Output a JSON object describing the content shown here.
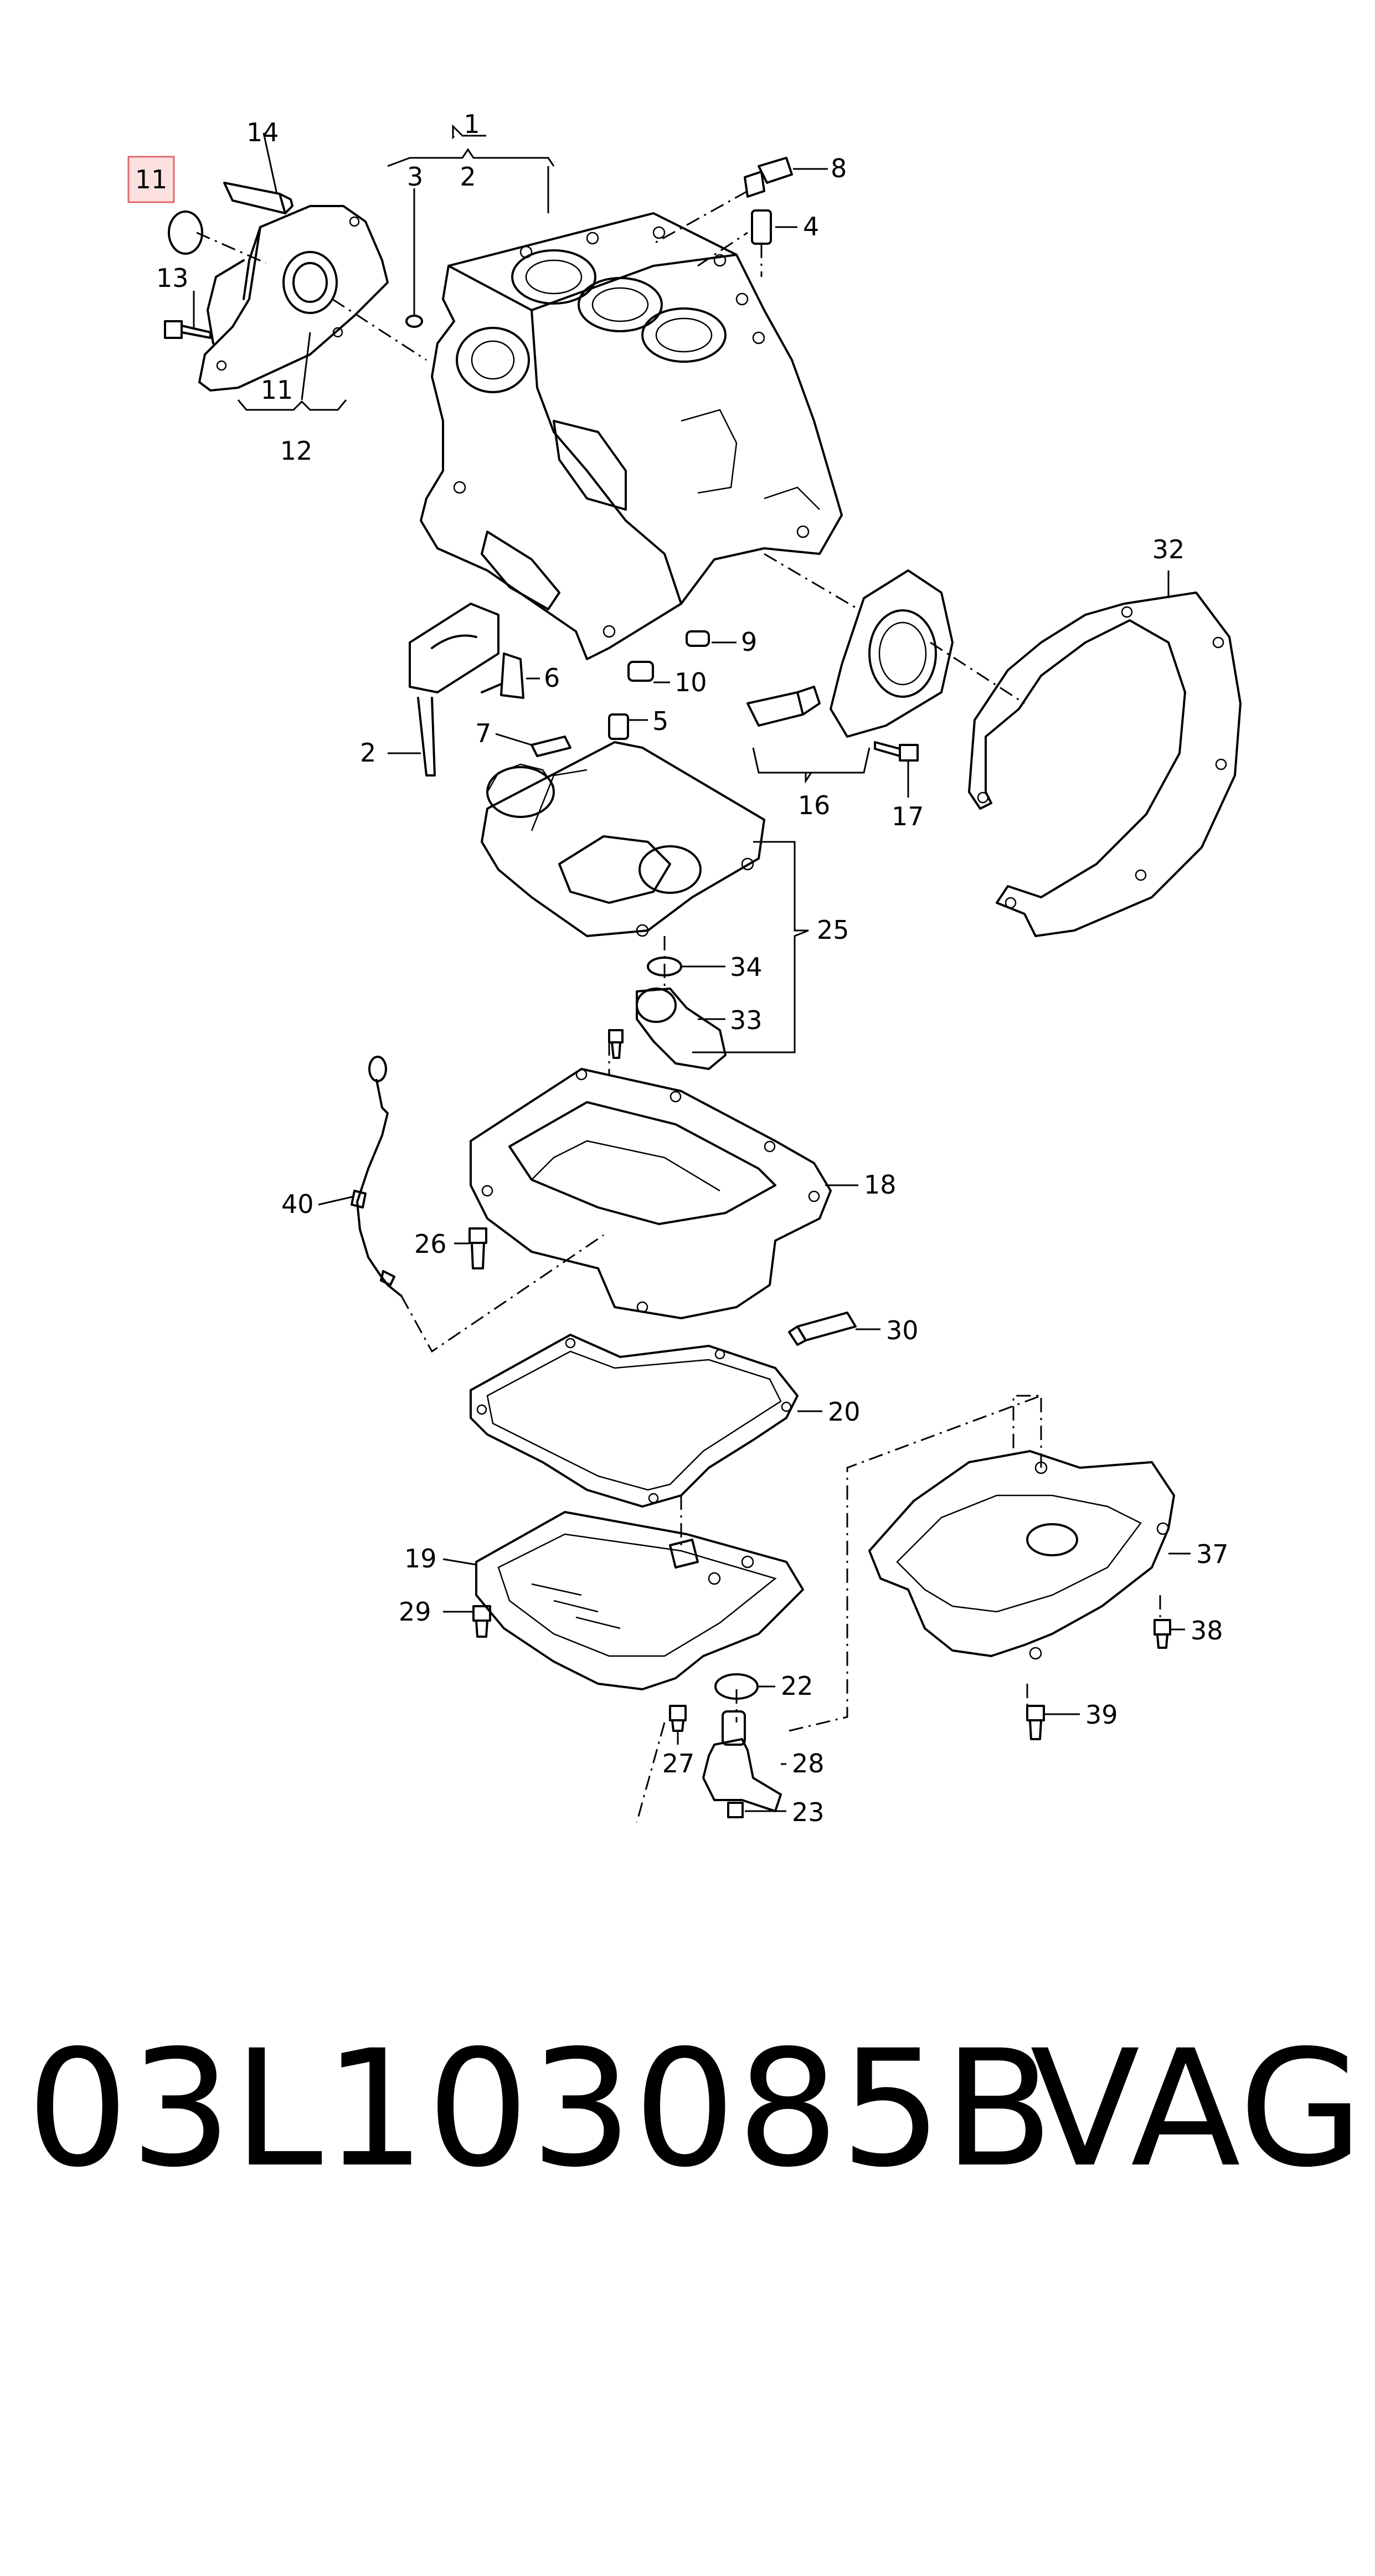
{
  "callouts": [
    {
      "id": "1",
      "text": "1"
    },
    {
      "id": "2a",
      "text": "2"
    },
    {
      "id": "2b",
      "text": "2"
    },
    {
      "id": "3",
      "text": "3"
    },
    {
      "id": "4",
      "text": "4"
    },
    {
      "id": "5",
      "text": "5"
    },
    {
      "id": "6",
      "text": "6"
    },
    {
      "id": "7",
      "text": "7"
    },
    {
      "id": "8",
      "text": "8"
    },
    {
      "id": "9",
      "text": "9"
    },
    {
      "id": "10",
      "text": "10"
    },
    {
      "id": "11a",
      "text": "11"
    },
    {
      "id": "11b",
      "text": "11"
    },
    {
      "id": "12",
      "text": "12"
    },
    {
      "id": "13",
      "text": "13"
    },
    {
      "id": "14",
      "text": "14"
    },
    {
      "id": "16",
      "text": "16"
    },
    {
      "id": "17",
      "text": "17"
    },
    {
      "id": "18",
      "text": "18"
    },
    {
      "id": "19",
      "text": "19"
    },
    {
      "id": "20",
      "text": "20"
    },
    {
      "id": "22",
      "text": "22"
    },
    {
      "id": "23",
      "text": "23"
    },
    {
      "id": "25",
      "text": "25"
    },
    {
      "id": "26",
      "text": "26"
    },
    {
      "id": "27",
      "text": "27"
    },
    {
      "id": "28",
      "text": "28"
    },
    {
      "id": "29",
      "text": "29"
    },
    {
      "id": "30",
      "text": "30"
    },
    {
      "id": "32",
      "text": "32"
    },
    {
      "id": "33",
      "text": "33"
    },
    {
      "id": "34",
      "text": "34"
    },
    {
      "id": "37",
      "text": "37"
    },
    {
      "id": "38",
      "text": "38"
    },
    {
      "id": "39",
      "text": "39"
    },
    {
      "id": "40",
      "text": "40"
    }
  ],
  "highlight": {
    "callout": "11a",
    "fill": "#fde0e0",
    "stroke": "#e06a6a"
  },
  "caption": {
    "part_number": "03L103085B",
    "brand": "VAG"
  }
}
